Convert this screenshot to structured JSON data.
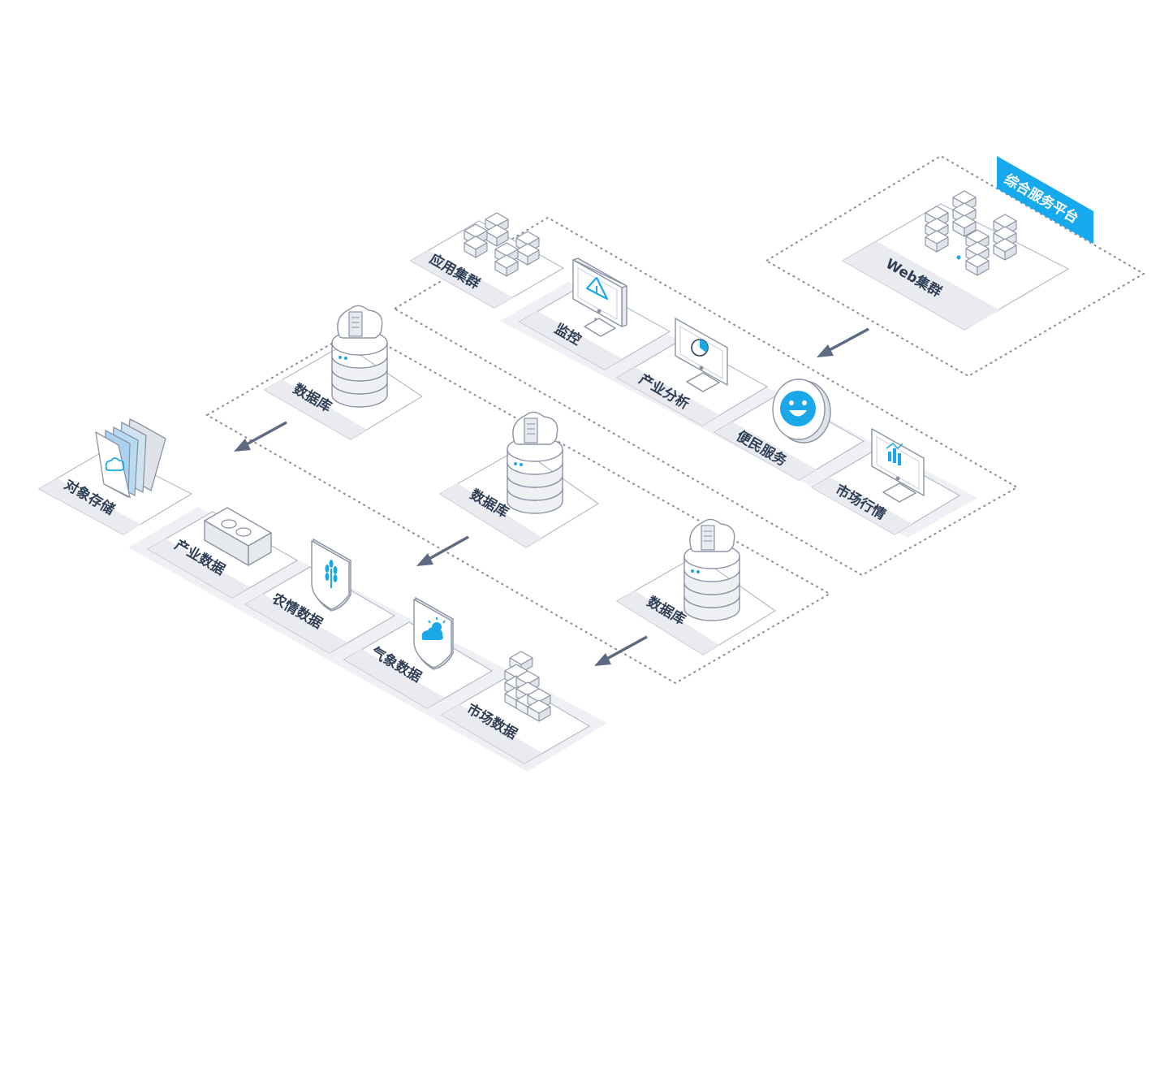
{
  "platform_tag": "综合服务平台",
  "web_cluster": {
    "label": "Web集群"
  },
  "app_cluster": {
    "label": "应用集群",
    "apps": [
      {
        "label": "监控",
        "icon": "warning-monitor-icon"
      },
      {
        "label": "产业分析",
        "icon": "pie-monitor-icon"
      },
      {
        "label": "便民服务",
        "icon": "smiley-icon"
      },
      {
        "label": "市场行情",
        "icon": "bar-chart-monitor-icon"
      }
    ]
  },
  "databases": [
    {
      "label": "数据库"
    },
    {
      "label": "数据库"
    },
    {
      "label": "数据库"
    }
  ],
  "object_storage": {
    "label": "对象存储"
  },
  "data_sources": [
    {
      "label": "产业数据",
      "icon": "hardware-icon"
    },
    {
      "label": "农情数据",
      "icon": "wheat-shield-icon"
    },
    {
      "label": "气象数据",
      "icon": "weather-shield-icon"
    },
    {
      "label": "市场数据",
      "icon": "buildings-icon"
    }
  ],
  "colors": {
    "accent": "#1aa8e8",
    "text": "#2e3f55",
    "arrow": "#5d6b80",
    "dash": "#8c8f96"
  }
}
